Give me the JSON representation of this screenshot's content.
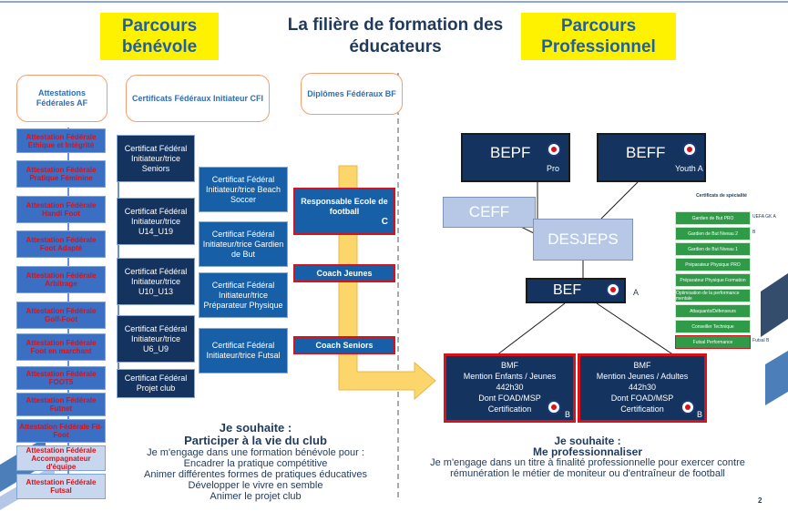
{
  "header": {
    "left_box": "Parcours bénévole",
    "title": "La filière de formation des éducateurs",
    "right_box": "Parcours Professionnel"
  },
  "columns": {
    "af": "Attestations Fédérales AF",
    "cfi": "Certificats Fédéraux Initiateur CFI",
    "bdf": "Diplômes Fédéraux BF"
  },
  "attestations": [
    "Attestation Fédérale Ethique et Intégrité",
    "Attestation Fédérale Pratique Féminine",
    "Attestation Fédérale Handi Foot",
    "Attestation Fédérale Foot Adapté",
    "Attestation Fédérale Arbitrage",
    "Attestation Fédérale Golf-Foot",
    "Attestation Fédérale Foot en marchant",
    "Attestation Fédérale FOOT5",
    "Attestation Fédérale Futnet",
    "Attestation Fédérale Fit-Foot",
    "Attestation Fédérale Accompagnateur d'équipe",
    "Attestation Fédérale Futsal"
  ],
  "cfi_left": [
    "Certificat Fédéral Initiateur/trice Seniors",
    "Certificat Fédéral Initiateur/trice U14_U19",
    "Certificat Fédéral Initiateur/trice U10_U13",
    "Certificat Fédéral Initiateur/trice U6_U9",
    "Certificat Fédéral Projet club"
  ],
  "cfi_right": [
    "Certificat Fédéral Initiateur/trice Beach Soccer",
    "Certificat Fédéral Initiateur/trice Gardien de But",
    "Certificat Fédéral Initiateur/trice Préparateur Physique",
    "Certificat Fédéral Initiateur/trice Futsal"
  ],
  "bdf": {
    "ref": "Responsable Ecole de football",
    "ref_grade": "C",
    "coach_jeunes": "Coach Jeunes",
    "coach_seniors": "Coach Seniors"
  },
  "pro": {
    "bepf": "BEPF",
    "bepf_sub": "Pro",
    "beff": "BEFF",
    "beff_sub": "Youth A",
    "ceff": "CEFF",
    "desjeps": "DESJEPS",
    "bef": "BEF",
    "bef_grade": "A",
    "bmf1": [
      "BMF",
      "Mention Enfants / Jeunes",
      "442h30",
      "Dont FOAD/MSP",
      "Certification"
    ],
    "bmf1_grade": "B",
    "bmf2": [
      "BMF",
      "Mention Jeunes / Adultes",
      "442h30",
      "Dont FOAD/MSP",
      "Certification"
    ],
    "bmf2_grade": "B"
  },
  "specialites": {
    "title": "Certificats de spécialité",
    "items": [
      "Gardien de But PRO",
      "Gardien de But Niveau 2",
      "Gardien de But Niveau 1",
      "Préparateur Physique PRO",
      "Préparateur Physique Formation",
      "Optimisation de la performance mentale",
      "Attaquants/Défenseurs",
      "Conseiller Technique",
      "Futsal Performance"
    ],
    "item1_suffix": "UEFA GK A",
    "item2_suffix": "B",
    "item9_suffix": "Futsal B"
  },
  "benevole_text": {
    "heading1": "Je souhaite :",
    "heading2": "Participer à la vie du club",
    "lines": [
      "Je m'engage dans une formation bénévole pour :",
      "Encadrer la pratique compétitive",
      "Animer différentes formes de pratiques éducatives",
      "Développer le vivre en semble",
      "Animer le projet club"
    ]
  },
  "pro_text": {
    "heading1": "Je souhaite :",
    "heading2": "Me professionnaliser",
    "body": "Je m'engage dans un titre à finalité professionnelle pour exercer contre rémunération le métier de moniteur ou d'entraîneur de football"
  },
  "page_number": "2",
  "colors": {
    "yellow": "#fff200",
    "navy": "#14335e",
    "blue": "#1760a8",
    "red": "#d8121b",
    "green": "#2f9a48"
  }
}
